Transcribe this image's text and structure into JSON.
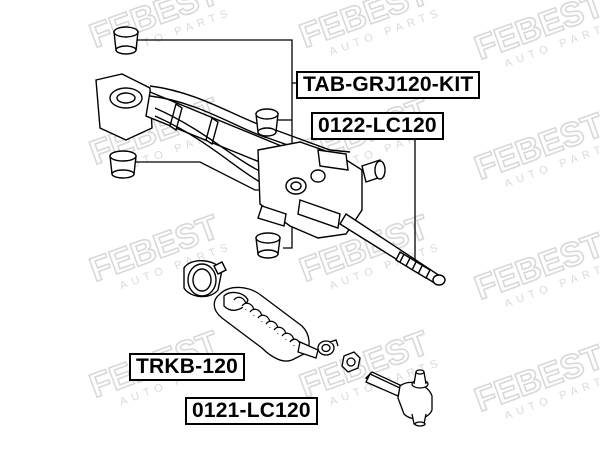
{
  "watermark": {
    "brand": "FEBEST",
    "tagline": "AUTO PARTS",
    "color": "#dcdcdc"
  },
  "callouts": {
    "mount_bushing_kit": "TAB-GRJ120-KIT",
    "rack_end": "0122-LC120",
    "rack_boot": "TRKB-120",
    "tie_rod_end": "0121-LC120"
  },
  "colors": {
    "line": "#000000",
    "background": "#ffffff"
  }
}
